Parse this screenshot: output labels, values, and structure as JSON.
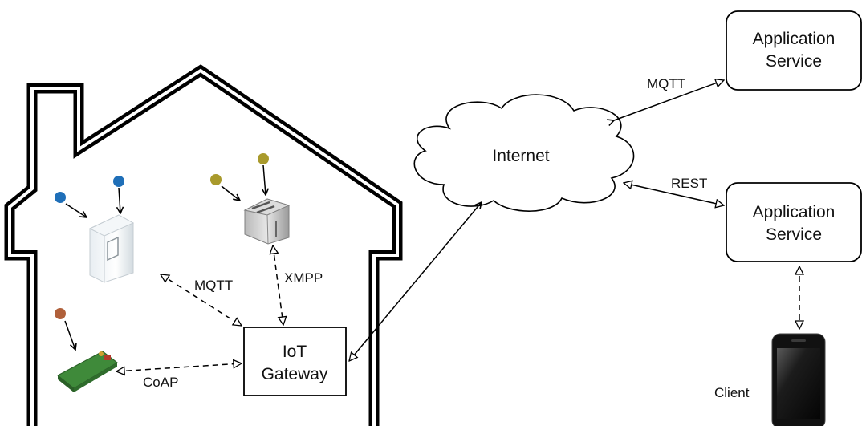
{
  "internet": {
    "label": "Internet"
  },
  "app_service_top": {
    "line1": "Application",
    "line2": "Service"
  },
  "app_service_bottom": {
    "line1": "Application",
    "line2": "Service"
  },
  "gateway": {
    "line1": "IoT",
    "line2": "Gateway"
  },
  "client": {
    "label": "Client"
  },
  "protocols": {
    "mqtt_cloud": "MQTT",
    "rest": "REST",
    "mqtt_home": "MQTT",
    "xmpp": "XMPP",
    "coap": "CoAP"
  },
  "colors": {
    "sensor_blue": "#1f6fb8",
    "sensor_olive": "#a99a2c",
    "sensor_brown": "#b0603a",
    "outline": "#000000"
  },
  "icons": [
    "fridge-icon",
    "toaster-icon",
    "raspberry-pi-icon",
    "smartphone-icon",
    "cloud-icon",
    "house-outline"
  ]
}
